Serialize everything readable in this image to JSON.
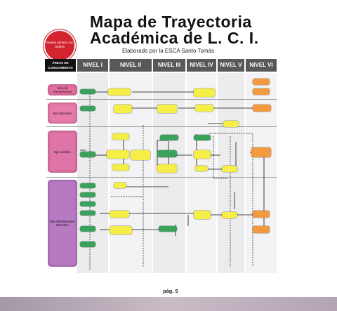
{
  "title_line1": "Mapa de Trayectoria",
  "title_line2": "Académica de L. C. I.",
  "subtitle": "Elaborado por la ESCA Santo Tomás",
  "badge_text": "Revisa primero tus niveles",
  "header": {
    "areas": "ÁREAS DE CONOCIMIENTO",
    "levels": [
      "NIVEL I",
      "NIVEL II",
      "NIVEL III",
      "NIVEL IV",
      "NIVEL V",
      "NIVEL VI"
    ]
  },
  "areas": [
    "Área de Humanísticas",
    "Eje Operativo",
    "Eje Jurídico",
    "Eje Administrativo Directivo"
  ],
  "page_label": "pág. 5",
  "colors": {
    "green": "#3aa25b",
    "yellow": "#f4ee46",
    "orange": "#f39a40",
    "header": "#58585a"
  }
}
